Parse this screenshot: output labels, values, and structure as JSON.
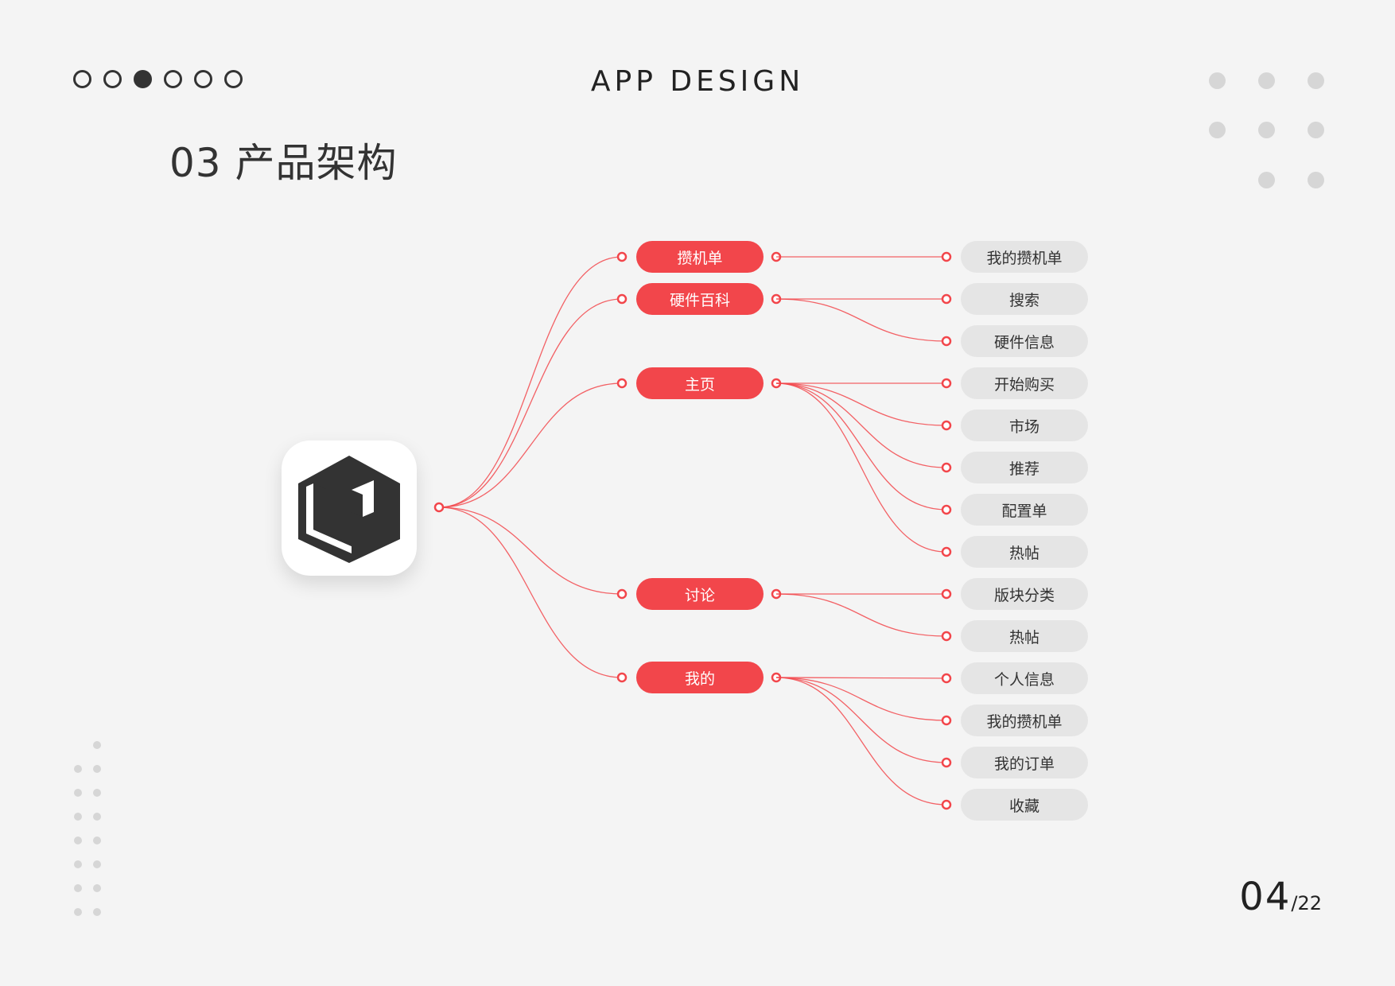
{
  "header": {
    "brand": "APP DESIGN",
    "section_title": "03 产品架构",
    "page_indicator": {
      "total": 6,
      "active_index": 2
    }
  },
  "mindmap": {
    "root": {
      "icon": "app-logo-hexagon-icon"
    },
    "categories": [
      {
        "label": "攒机单",
        "children": [
          "我的攒机单"
        ]
      },
      {
        "label": "硬件百科",
        "children": [
          "搜索",
          "硬件信息"
        ]
      },
      {
        "label": "主页",
        "children": [
          "开始购买",
          "市场",
          "推荐",
          "配置单",
          "热帖"
        ]
      },
      {
        "label": "讨论",
        "children": [
          "版块分类",
          "热帖"
        ]
      },
      {
        "label": "我的",
        "children": [
          "个人信息",
          "我的攒机单",
          "我的订单",
          "收藏"
        ]
      }
    ]
  },
  "footer": {
    "page_current": "04",
    "page_total": "/22"
  },
  "colors": {
    "accent": "#f2464b",
    "leaf_bg": "#e5e5e5",
    "background": "#f4f4f4",
    "text": "#333333",
    "decor_dots": "#d6d6d6"
  }
}
